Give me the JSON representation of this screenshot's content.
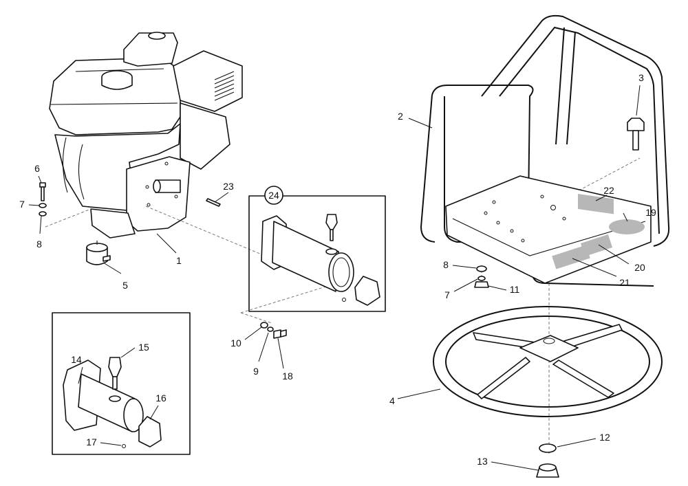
{
  "callouts": [
    {
      "id": "c1",
      "text": "1"
    },
    {
      "id": "c2",
      "text": "2"
    },
    {
      "id": "c3",
      "text": "3"
    },
    {
      "id": "c4",
      "text": "4"
    },
    {
      "id": "c5",
      "text": "5"
    },
    {
      "id": "c6",
      "text": "6"
    },
    {
      "id": "c7a",
      "text": "7"
    },
    {
      "id": "c7b",
      "text": "7"
    },
    {
      "id": "c8a",
      "text": "8"
    },
    {
      "id": "c8b",
      "text": "8"
    },
    {
      "id": "c9",
      "text": "9"
    },
    {
      "id": "c10",
      "text": "10"
    },
    {
      "id": "c11",
      "text": "11"
    },
    {
      "id": "c12",
      "text": "12"
    },
    {
      "id": "c13",
      "text": "13"
    },
    {
      "id": "c14",
      "text": "14"
    },
    {
      "id": "c15",
      "text": "15"
    },
    {
      "id": "c16",
      "text": "16"
    },
    {
      "id": "c17",
      "text": "17"
    },
    {
      "id": "c18",
      "text": "18"
    },
    {
      "id": "c19",
      "text": "19"
    },
    {
      "id": "c20",
      "text": "20"
    },
    {
      "id": "c21",
      "text": "21"
    },
    {
      "id": "c22",
      "text": "22"
    },
    {
      "id": "c23",
      "text": "23"
    },
    {
      "id": "c24",
      "text": "24"
    }
  ],
  "colors": {
    "line": "#111111",
    "decal": "#b7b7b7",
    "leader_dash": "#777777"
  }
}
